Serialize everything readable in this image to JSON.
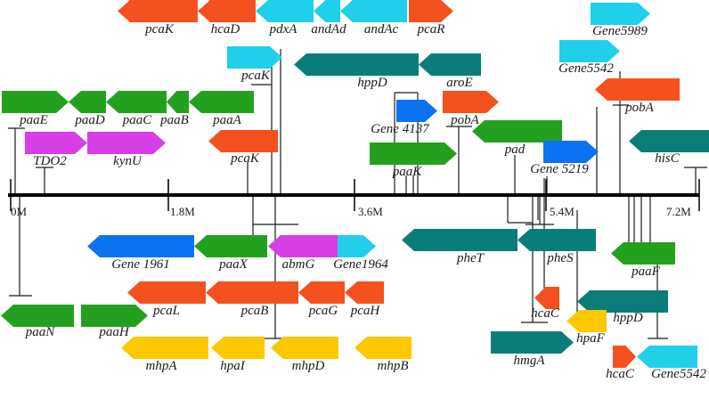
{
  "colors": {
    "orange": "#f4511e",
    "cyan": "#20d0ea",
    "green": "#23a11e",
    "teal": "#0a7d78",
    "purple": "#d83ee6",
    "yellow": "#fdc800",
    "blue": "#0b72f2",
    "axis": "#000000"
  },
  "axis_ticks": [
    "0M",
    "1.8M",
    "3.6M",
    "5.4M",
    "7.2M"
  ],
  "genes": [
    {
      "label": "pcaK",
      "color": "orange",
      "dir": "left"
    },
    {
      "label": "hcaD",
      "color": "orange",
      "dir": "left"
    },
    {
      "label": "pdxA",
      "color": "cyan",
      "dir": "left"
    },
    {
      "label": "andAd",
      "color": "cyan",
      "dir": "left"
    },
    {
      "label": "andAc",
      "color": "cyan",
      "dir": "left"
    },
    {
      "label": "pcaR",
      "color": "orange",
      "dir": "right"
    },
    {
      "label": "Gene5989",
      "color": "cyan",
      "dir": "right"
    },
    {
      "label": "Gene5542",
      "color": "cyan",
      "dir": "right"
    },
    {
      "label": "pcaK",
      "color": "cyan",
      "dir": "right"
    },
    {
      "label": "hppD",
      "color": "teal",
      "dir": "left"
    },
    {
      "label": "aroE",
      "color": "teal",
      "dir": "left"
    },
    {
      "label": "pobA",
      "color": "orange",
      "dir": "left"
    },
    {
      "label": "paaE",
      "color": "green",
      "dir": "right"
    },
    {
      "label": "paaD",
      "color": "green",
      "dir": "left"
    },
    {
      "label": "paaC",
      "color": "green",
      "dir": "left"
    },
    {
      "label": "paaB",
      "color": "green",
      "dir": "left"
    },
    {
      "label": "paaA",
      "color": "green",
      "dir": "left"
    },
    {
      "label": "Gene 4137",
      "color": "blue",
      "dir": "right"
    },
    {
      "label": "pobA",
      "color": "orange",
      "dir": "right"
    },
    {
      "label": "pad",
      "color": "green",
      "dir": "left"
    },
    {
      "label": "TDO2",
      "color": "purple",
      "dir": "right"
    },
    {
      "label": "kynU",
      "color": "purple",
      "dir": "right"
    },
    {
      "label": "pcaK",
      "color": "orange",
      "dir": "left"
    },
    {
      "label": "Gene 5219",
      "color": "blue",
      "dir": "right"
    },
    {
      "label": "hisC",
      "color": "teal",
      "dir": "left"
    },
    {
      "label": "paaK",
      "color": "green",
      "dir": "right"
    },
    {
      "label": "Gene 1961",
      "color": "blue",
      "dir": "left"
    },
    {
      "label": "paaX",
      "color": "green",
      "dir": "left"
    },
    {
      "label": "abmG",
      "color": "purple",
      "dir": "left"
    },
    {
      "label": "Gene1964",
      "color": "cyan",
      "dir": "right"
    },
    {
      "label": "pheT",
      "color": "teal",
      "dir": "left"
    },
    {
      "label": "pheS",
      "color": "teal",
      "dir": "left"
    },
    {
      "label": "paaF",
      "color": "green",
      "dir": "left"
    },
    {
      "label": "paaN",
      "color": "green",
      "dir": "left"
    },
    {
      "label": "paaH",
      "color": "green",
      "dir": "right"
    },
    {
      "label": "pcaL",
      "color": "orange",
      "dir": "left"
    },
    {
      "label": "pcaB",
      "color": "orange",
      "dir": "left"
    },
    {
      "label": "pcaG",
      "color": "orange",
      "dir": "left"
    },
    {
      "label": "pcaH",
      "color": "orange",
      "dir": "left"
    },
    {
      "label": "hcaC",
      "color": "orange",
      "dir": "left"
    },
    {
      "label": "hppD",
      "color": "teal",
      "dir": "left"
    },
    {
      "label": "hpaF",
      "color": "yellow",
      "dir": "left"
    },
    {
      "label": "hmgA",
      "color": "teal",
      "dir": "right"
    },
    {
      "label": "mhpA",
      "color": "yellow",
      "dir": "left"
    },
    {
      "label": "hpaI",
      "color": "yellow",
      "dir": "left"
    },
    {
      "label": "mhpD",
      "color": "yellow",
      "dir": "left"
    },
    {
      "label": "mhpB",
      "color": "yellow",
      "dir": "left"
    },
    {
      "label": "hcaC",
      "color": "orange",
      "dir": "right"
    },
    {
      "label": "Gene5542",
      "color": "cyan",
      "dir": "left"
    }
  ]
}
